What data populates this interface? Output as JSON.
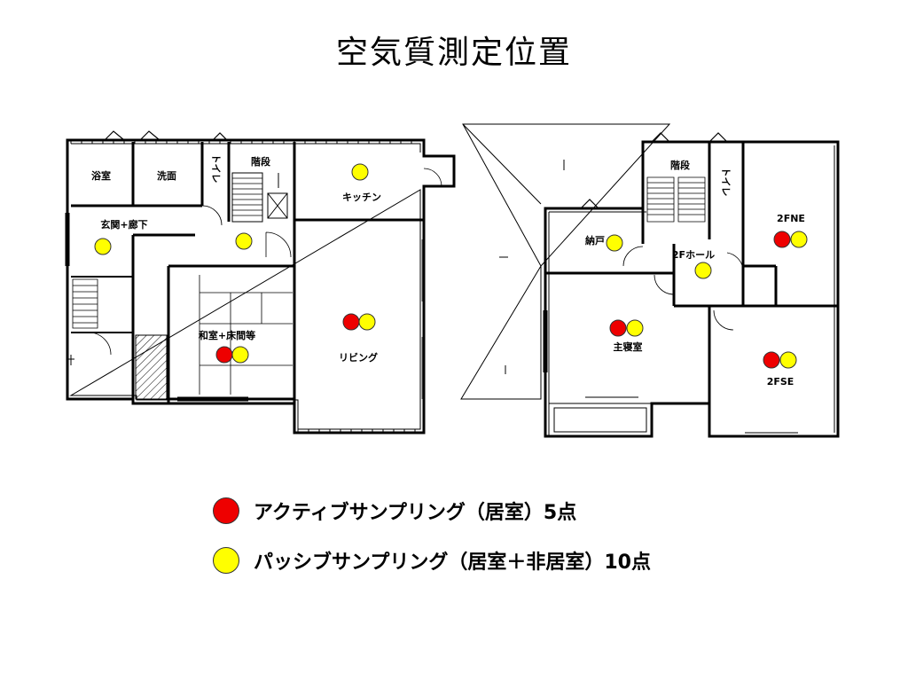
{
  "title": "空気質測定位置",
  "colors": {
    "active": "#ee0000",
    "passive": "#ffff00",
    "wall": "#000000"
  },
  "rooms_1f": {
    "bath": "浴室",
    "washroom": "洗面",
    "toilet": "トイレ",
    "stairs": "階段",
    "kitchen": "キッチン",
    "entrance": "玄関+廊下",
    "japanese": "和室+床間等",
    "living": "リビング"
  },
  "rooms_2f": {
    "closet": "納戸",
    "stairs": "階段",
    "toilet": "トイレ",
    "ne": "2FNE",
    "hall": "2Fホール",
    "master": "主寝室",
    "se": "2FSE"
  },
  "legend": {
    "active": "アクティブサンプリング（居室）5点",
    "passive": "パッシブサンプリング（居室＋非居室）10点"
  }
}
